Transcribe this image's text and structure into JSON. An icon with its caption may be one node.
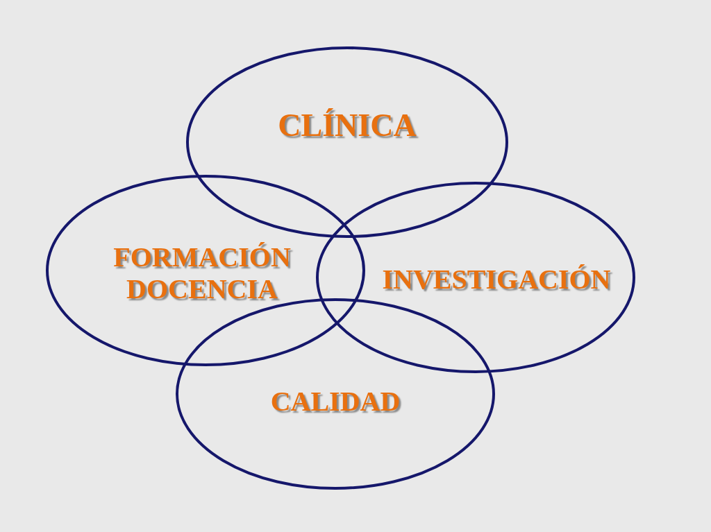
{
  "diagram": {
    "nodes": [
      {
        "text": [
          "CLÍNICA"
        ]
      },
      {
        "text": [
          "FORMACIÓN DOCENCIA"
        ]
      },
      {
        "text": [
          "INVESTIGACIÓN"
        ]
      },
      {
        "text": [
          "CALIDAD"
        ]
      }
    ]
  }
}
